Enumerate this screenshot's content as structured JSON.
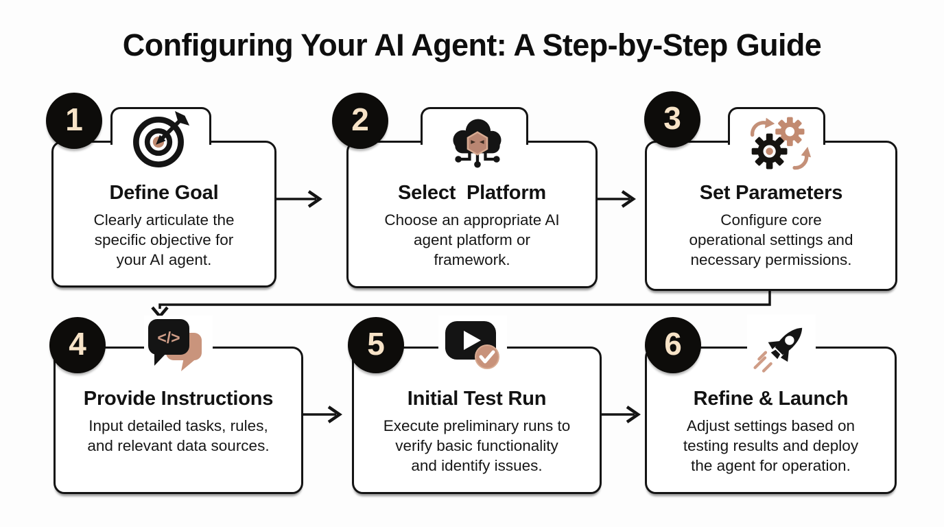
{
  "page": {
    "title": "Configuring Your AI Agent: A Step-by-Step Guide"
  },
  "colors": {
    "background": "#fdfdfd",
    "ink": "#141414",
    "card_background": "#ffffff",
    "badge_background": "#0d0c0a",
    "badge_number": "#f7e3c7",
    "accent_tan": "#c28a70",
    "accent_tan_light": "#d8ab92"
  },
  "steps": [
    {
      "number": "1",
      "title": "Define Goal",
      "description": "Clearly articulate the\nspecific objective for\nyour AI agent.",
      "icon": "target-arrow-icon"
    },
    {
      "number": "2",
      "title": "Select  Platform",
      "description": "Choose an appropriate AI\nagent platform or\nframework.",
      "icon": "cloud-ai-network-icon"
    },
    {
      "number": "3",
      "title": "Set Parameters",
      "description": "Configure core\noperational settings and\nnecessary permissions.",
      "icon": "gears-sync-icon"
    },
    {
      "number": "4",
      "title": "Provide Instructions",
      "description": "Input detailed tasks, rules,\nand relevant data sources.",
      "icon": "code-chat-bubbles-icon",
      "icon_glyph": "</>"
    },
    {
      "number": "5",
      "title": "Initial Test Run",
      "description": "Execute preliminary runs to\nverify basic functionality\nand identify issues.",
      "icon": "video-play-check-icon"
    },
    {
      "number": "6",
      "title": "Refine & Launch",
      "description": "Adjust settings based on\ntesting results and deploy\nthe agent for operation.",
      "icon": "rocket-launch-icon"
    }
  ]
}
